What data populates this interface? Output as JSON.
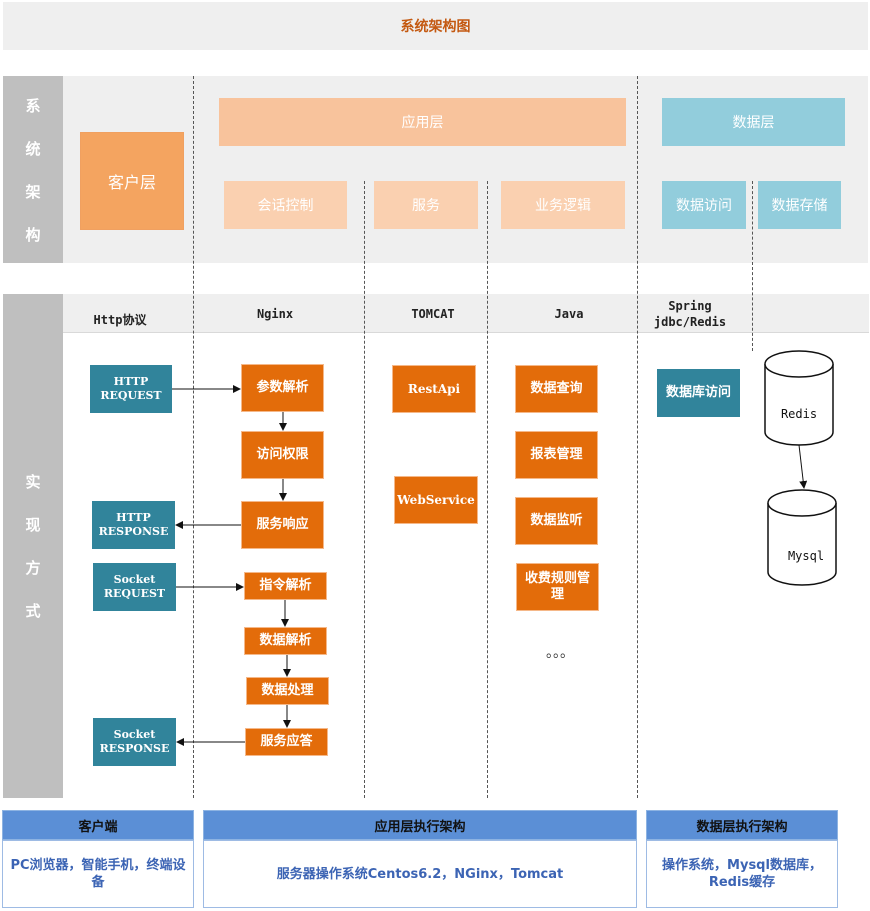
{
  "title": "系统架构图",
  "arch": {
    "side_label": [
      "系",
      "统",
      "架",
      "构"
    ],
    "client_layer": "客户层",
    "app_layer": "应用层",
    "data_layer": "数据层",
    "app_subs": [
      "会话控制",
      "服务",
      "业务逻辑"
    ],
    "data_subs": [
      "数据访问",
      "数据存储"
    ]
  },
  "impl": {
    "side_label": [
      "实",
      "现",
      "方",
      "式"
    ],
    "headers": {
      "http": "Http协议",
      "nginx": "Nginx",
      "tomcat": "TOMCAT",
      "java": "Java",
      "spring": "Spring\njdbc/Redis"
    },
    "client_boxes": {
      "http_request": "HTTP\nREQUEST",
      "http_response": "HTTP\nRESPONSE",
      "socket_request": "Socket\nREQUEST",
      "socket_response": "Socket\nRESPONSE"
    },
    "nginx_flow": [
      "参数解析",
      "访问权限",
      "服务响应",
      "指令解析",
      "数据解析",
      "数据处理",
      "服务应答"
    ],
    "tomcat_boxes": [
      "RestApi",
      "WebService"
    ],
    "java_boxes": [
      "数据查询",
      "报表管理",
      "数据监听",
      "收费规则管理"
    ],
    "java_more": "。。。",
    "db_access": "数据库访问",
    "stores": [
      "Redis",
      "Mysql"
    ]
  },
  "footer": {
    "client": {
      "title": "客户端",
      "body": "PC浏览器，智能手机，终端设备"
    },
    "app": {
      "title": "应用层执行架构",
      "body": "服务器操作系统Centos6.2，NGinx，Tomcat"
    },
    "data": {
      "title": "数据层执行架构",
      "body": "操作系统，Mysql数据库，Redis缓存"
    }
  },
  "colors": {
    "orange": "#e36c0a",
    "teal": "#31849b",
    "title": "#c45911",
    "footer_blue": "#5b8fd6"
  }
}
